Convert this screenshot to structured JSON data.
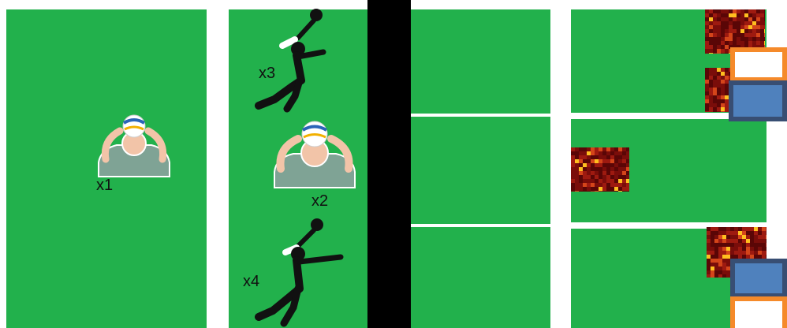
{
  "labels": {
    "x1": "x1",
    "x2": "x2",
    "x3": "x3",
    "x4": "x4"
  },
  "colors": {
    "court_green": "#22b14c",
    "net_black": "#000000",
    "line_white": "#ffffff",
    "orange_box": "#f58a2a",
    "blue_box": "#4f81bd",
    "blue_box_border": "#384e73",
    "heat_dark": "#5a0606",
    "heat_bright": "#ffbf1f"
  },
  "icons": {
    "receiver": "player-receiving-ball-icon",
    "spiker": "spiking-player-silhouette-icon",
    "heatmap": "feature-heatmap-icon"
  }
}
